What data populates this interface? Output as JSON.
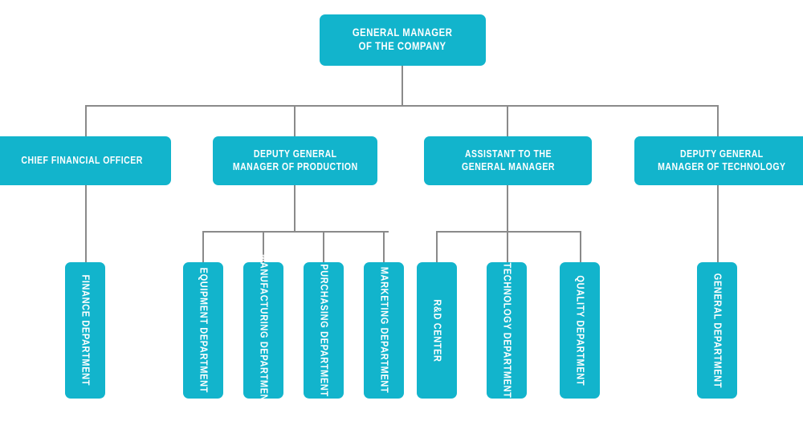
{
  "diagram": {
    "title_text": "GENERAL MANAGER\nOF THE COMPANY",
    "accent_color": "#12b4cc",
    "line_color": "#8a8a8a",
    "text_color": "#ffffff",
    "background_color": "#ffffff",
    "type": "organizational-chart"
  },
  "level1": {
    "general_manager": "GENERAL MANAGER\nOF THE COMPANY"
  },
  "level2": [
    {
      "label": "CHIEF FINANCIAL OFFICER"
    },
    {
      "label": "DEPUTY GENERAL\nMANAGER OF PRODUCTION"
    },
    {
      "label": "ASSISTANT TO THE\nGENERAL MANAGER"
    },
    {
      "label": "DEPUTY GENERAL\nMANAGER OF TECHNOLOGY"
    }
  ],
  "level3": [
    {
      "label": "FINANCE DEPARTMENT"
    },
    {
      "label": "EQUIPMENT DEPARTMENT"
    },
    {
      "label": "MANUFACTURING DEPARTMENT"
    },
    {
      "label": "PURCHASING DEPARTMENT"
    },
    {
      "label": "MARKETING DEPARTMENT"
    },
    {
      "label": "R&D CENTER"
    },
    {
      "label": "TECHNOLOGY DEPARTMENT"
    },
    {
      "label": "QUALITY DEPARTMENT"
    },
    {
      "label": "GENERAL DEPARTMENT"
    }
  ]
}
